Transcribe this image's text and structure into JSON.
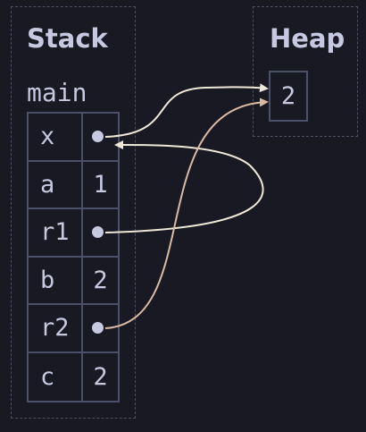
{
  "stack": {
    "title": "Stack",
    "frame": "main",
    "rows": [
      {
        "name": "x",
        "value": "•",
        "is_pointer": true
      },
      {
        "name": "a",
        "value": "1",
        "is_pointer": false
      },
      {
        "name": "r1",
        "value": "•",
        "is_pointer": true
      },
      {
        "name": "b",
        "value": "2",
        "is_pointer": false
      },
      {
        "name": "r2",
        "value": "•",
        "is_pointer": true
      },
      {
        "name": "c",
        "value": "2",
        "is_pointer": false
      }
    ]
  },
  "heap": {
    "title": "Heap",
    "cell_value": "2"
  },
  "pointers": [
    {
      "from": "x",
      "to": "heap cell",
      "color": "#efe8d9"
    },
    {
      "from": "r1",
      "to": "x",
      "color": "#efe8d9"
    },
    {
      "from": "r2",
      "to": "heap cell",
      "color": "#d9bba5"
    }
  ],
  "colors": {
    "background": "#181922",
    "text": "#c6c9e0",
    "border": "#4b5168",
    "dashed_border": "#4a4f63"
  }
}
